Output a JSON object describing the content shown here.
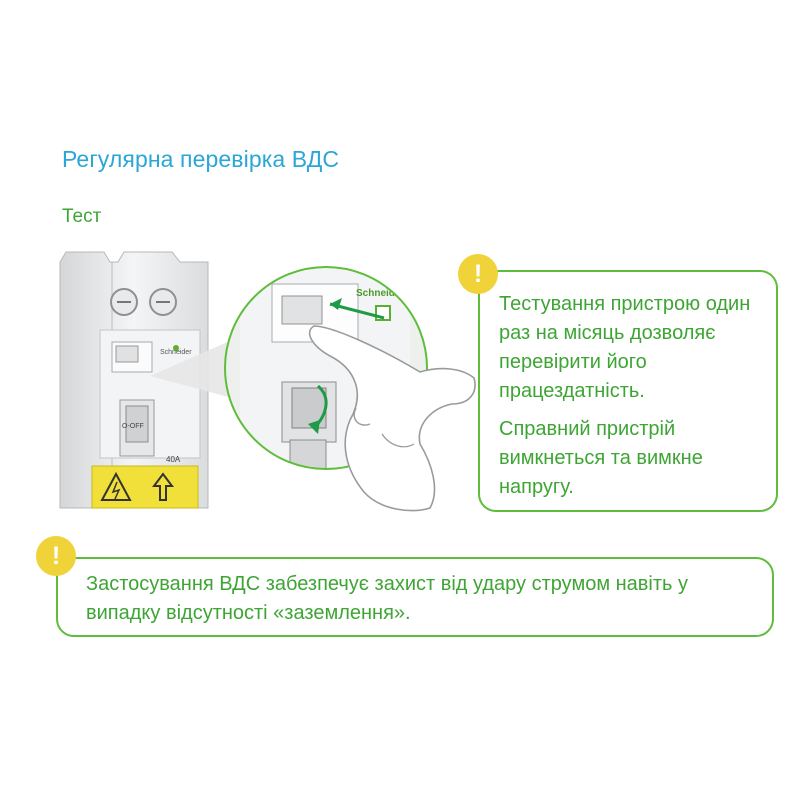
{
  "page": {
    "title": "Регулярна перевірка ВДС",
    "subtitle": "Тест"
  },
  "colors": {
    "title_blue": "#2aa7d6",
    "text_green": "#3ea535",
    "border_green": "#5fbd3c",
    "warning_yellow": "#efd339",
    "label_yellow": "#f1df3a"
  },
  "device": {
    "brand": "Schneider",
    "status_label": "O-OFF",
    "rating_label": "40A"
  },
  "callout_right": {
    "icon": "exclamation-icon",
    "icon_glyph": "!",
    "paragraph_1": "Тестування пристрою один раз на місяць дозволяє перевірити його працездатність.",
    "paragraph_2": "Справний пристрій вимкнеться та вимкне напругу."
  },
  "callout_bottom": {
    "icon": "exclamation-icon",
    "icon_glyph": "!",
    "text": "Застосування ВДС забезпечує захист від удару струмом навіть у випадку відсутності «заземлення»."
  }
}
